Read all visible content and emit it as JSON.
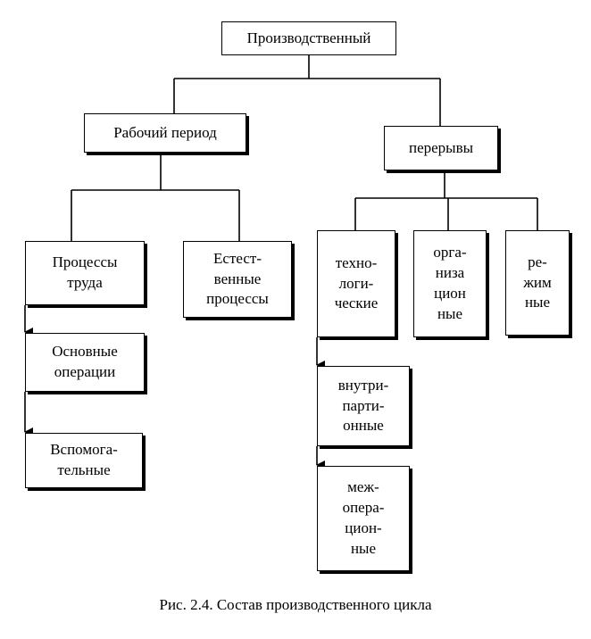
{
  "diagram": {
    "nodes": {
      "production": "Производственный",
      "work_period": "Рабочий период",
      "breaks": "перерывы",
      "labor_processes": "Процессы\nтруда",
      "natural_processes": "Естест-\nвенные\nпроцессы",
      "technological": "техно-\nлоги-\nчеcкие",
      "organizational": "орга-\nниза\nцион\nные",
      "regime": "ре-\nжим\nные",
      "main_operations": "Основные\nоперации",
      "auxiliary": "Вспомога-\nтельные",
      "intra_batch": "внутри-\nпарти-\nонные",
      "inter_operation": "меж-\nопера-\nцион-\nные"
    },
    "caption": "Рис. 2.4. Состав производственного цикла"
  }
}
